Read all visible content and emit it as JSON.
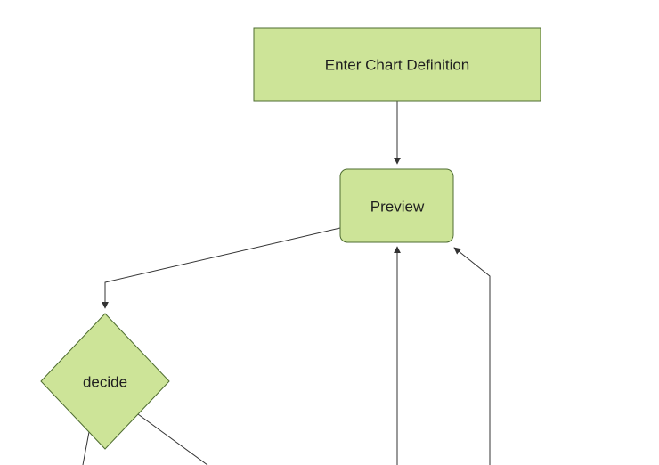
{
  "diagram": {
    "type": "flowchart",
    "background": "#ffffff",
    "node_fill": "#cde498",
    "node_border": "#4e6c30",
    "edge_color": "#333333",
    "text_color": "#1f1f1f",
    "nodes": {
      "enter": {
        "label": "Enter Chart Definition",
        "shape": "rectangle"
      },
      "preview": {
        "label": "Preview",
        "shape": "rounded-rectangle"
      },
      "decide": {
        "label": "decide",
        "shape": "diamond"
      }
    },
    "edges": [
      {
        "from": "enter",
        "to": "preview",
        "arrowhead": true
      },
      {
        "from": "preview",
        "to": "decide",
        "arrowhead": true
      },
      {
        "from": "offscreen-bottom",
        "to": "preview",
        "arrowhead": true
      },
      {
        "from": "offscreen-bottom",
        "to": "preview",
        "arrowhead": true
      },
      {
        "from": "decide",
        "to": "offscreen-bottom-left",
        "arrowhead": false
      },
      {
        "from": "decide",
        "to": "offscreen-bottom-right",
        "arrowhead": false
      }
    ]
  }
}
